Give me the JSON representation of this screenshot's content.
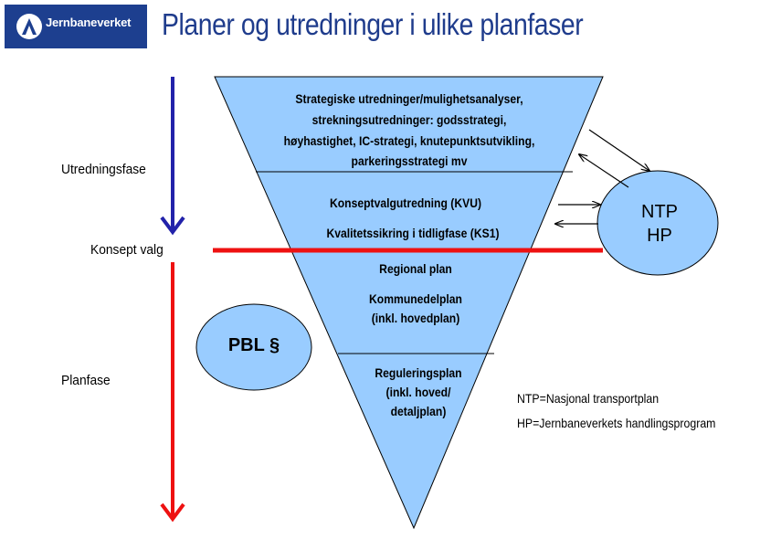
{
  "header": {
    "logo_text": "Jernbaneverket",
    "title": "Planer og utredninger i ulike planfaser"
  },
  "phases": {
    "utredningsfase": "Utredningsfase",
    "konsept_valg": "Konsept valg",
    "planfase": "Planfase"
  },
  "funnel": {
    "strategic": [
      "Strategiske utredninger/mulighetsanalyser,",
      "strekningsutredninger: godsstrategi,",
      "høyhastighet, IC-strategi, knutepunktsutvikling,",
      "parkeringsstrategi mv"
    ],
    "kvu": "Konseptvalgutredning (KVU)",
    "ks1": "Kvalitetssikring i tidligfase (KS1)",
    "regional": "Regional plan",
    "kommunedel": [
      "Kommunedelplan",
      "(inkl. hovedplan)"
    ],
    "regulering": [
      "Reguleringsplan",
      "(inkl. hoved/",
      "detaljplan)"
    ]
  },
  "ntp_hp": [
    "NTP",
    "HP"
  ],
  "pbl": "PBL §",
  "legend": {
    "ntp": "NTP=Nasjonal transportplan",
    "hp": "HP=Jernbaneverkets handlingsprogram"
  },
  "colors": {
    "brand_blue": "#1d3f8f",
    "title_blue": "#1f3c8c",
    "funnel_fill": "#99ccff",
    "arrow_blue": "#2222aa",
    "arrow_red": "#ee1111"
  }
}
